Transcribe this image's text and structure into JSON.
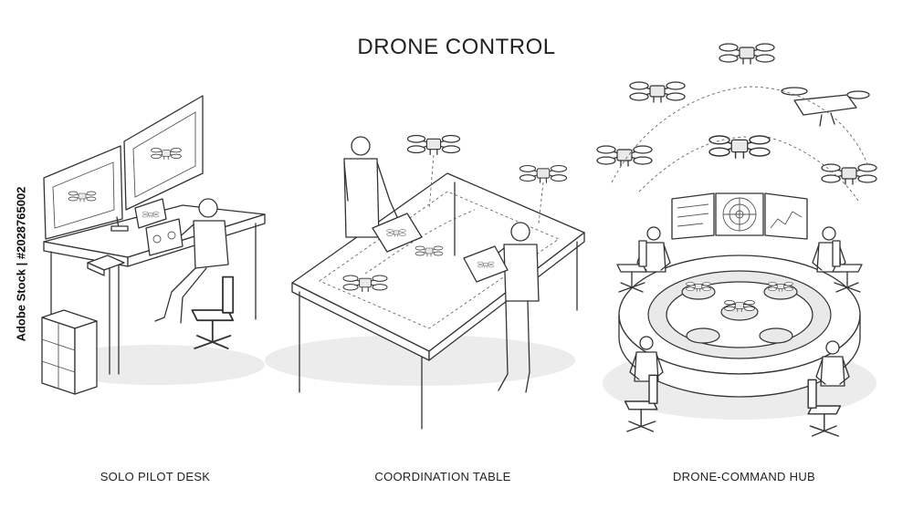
{
  "title": "DRONE CONTROL",
  "captions": {
    "solo": "SOLO PILOT DESK",
    "coordination": "COORDINATION TABLE",
    "hub": "DRONE-COMMAND HUB"
  },
  "stock_label": "Adobe Stock | #2028765002",
  "icons": [
    "drone-icon",
    "monitor-icon",
    "tablet-icon",
    "radar-icon",
    "chart-icon",
    "remote-controller-icon",
    "chair-icon",
    "person-icon"
  ]
}
